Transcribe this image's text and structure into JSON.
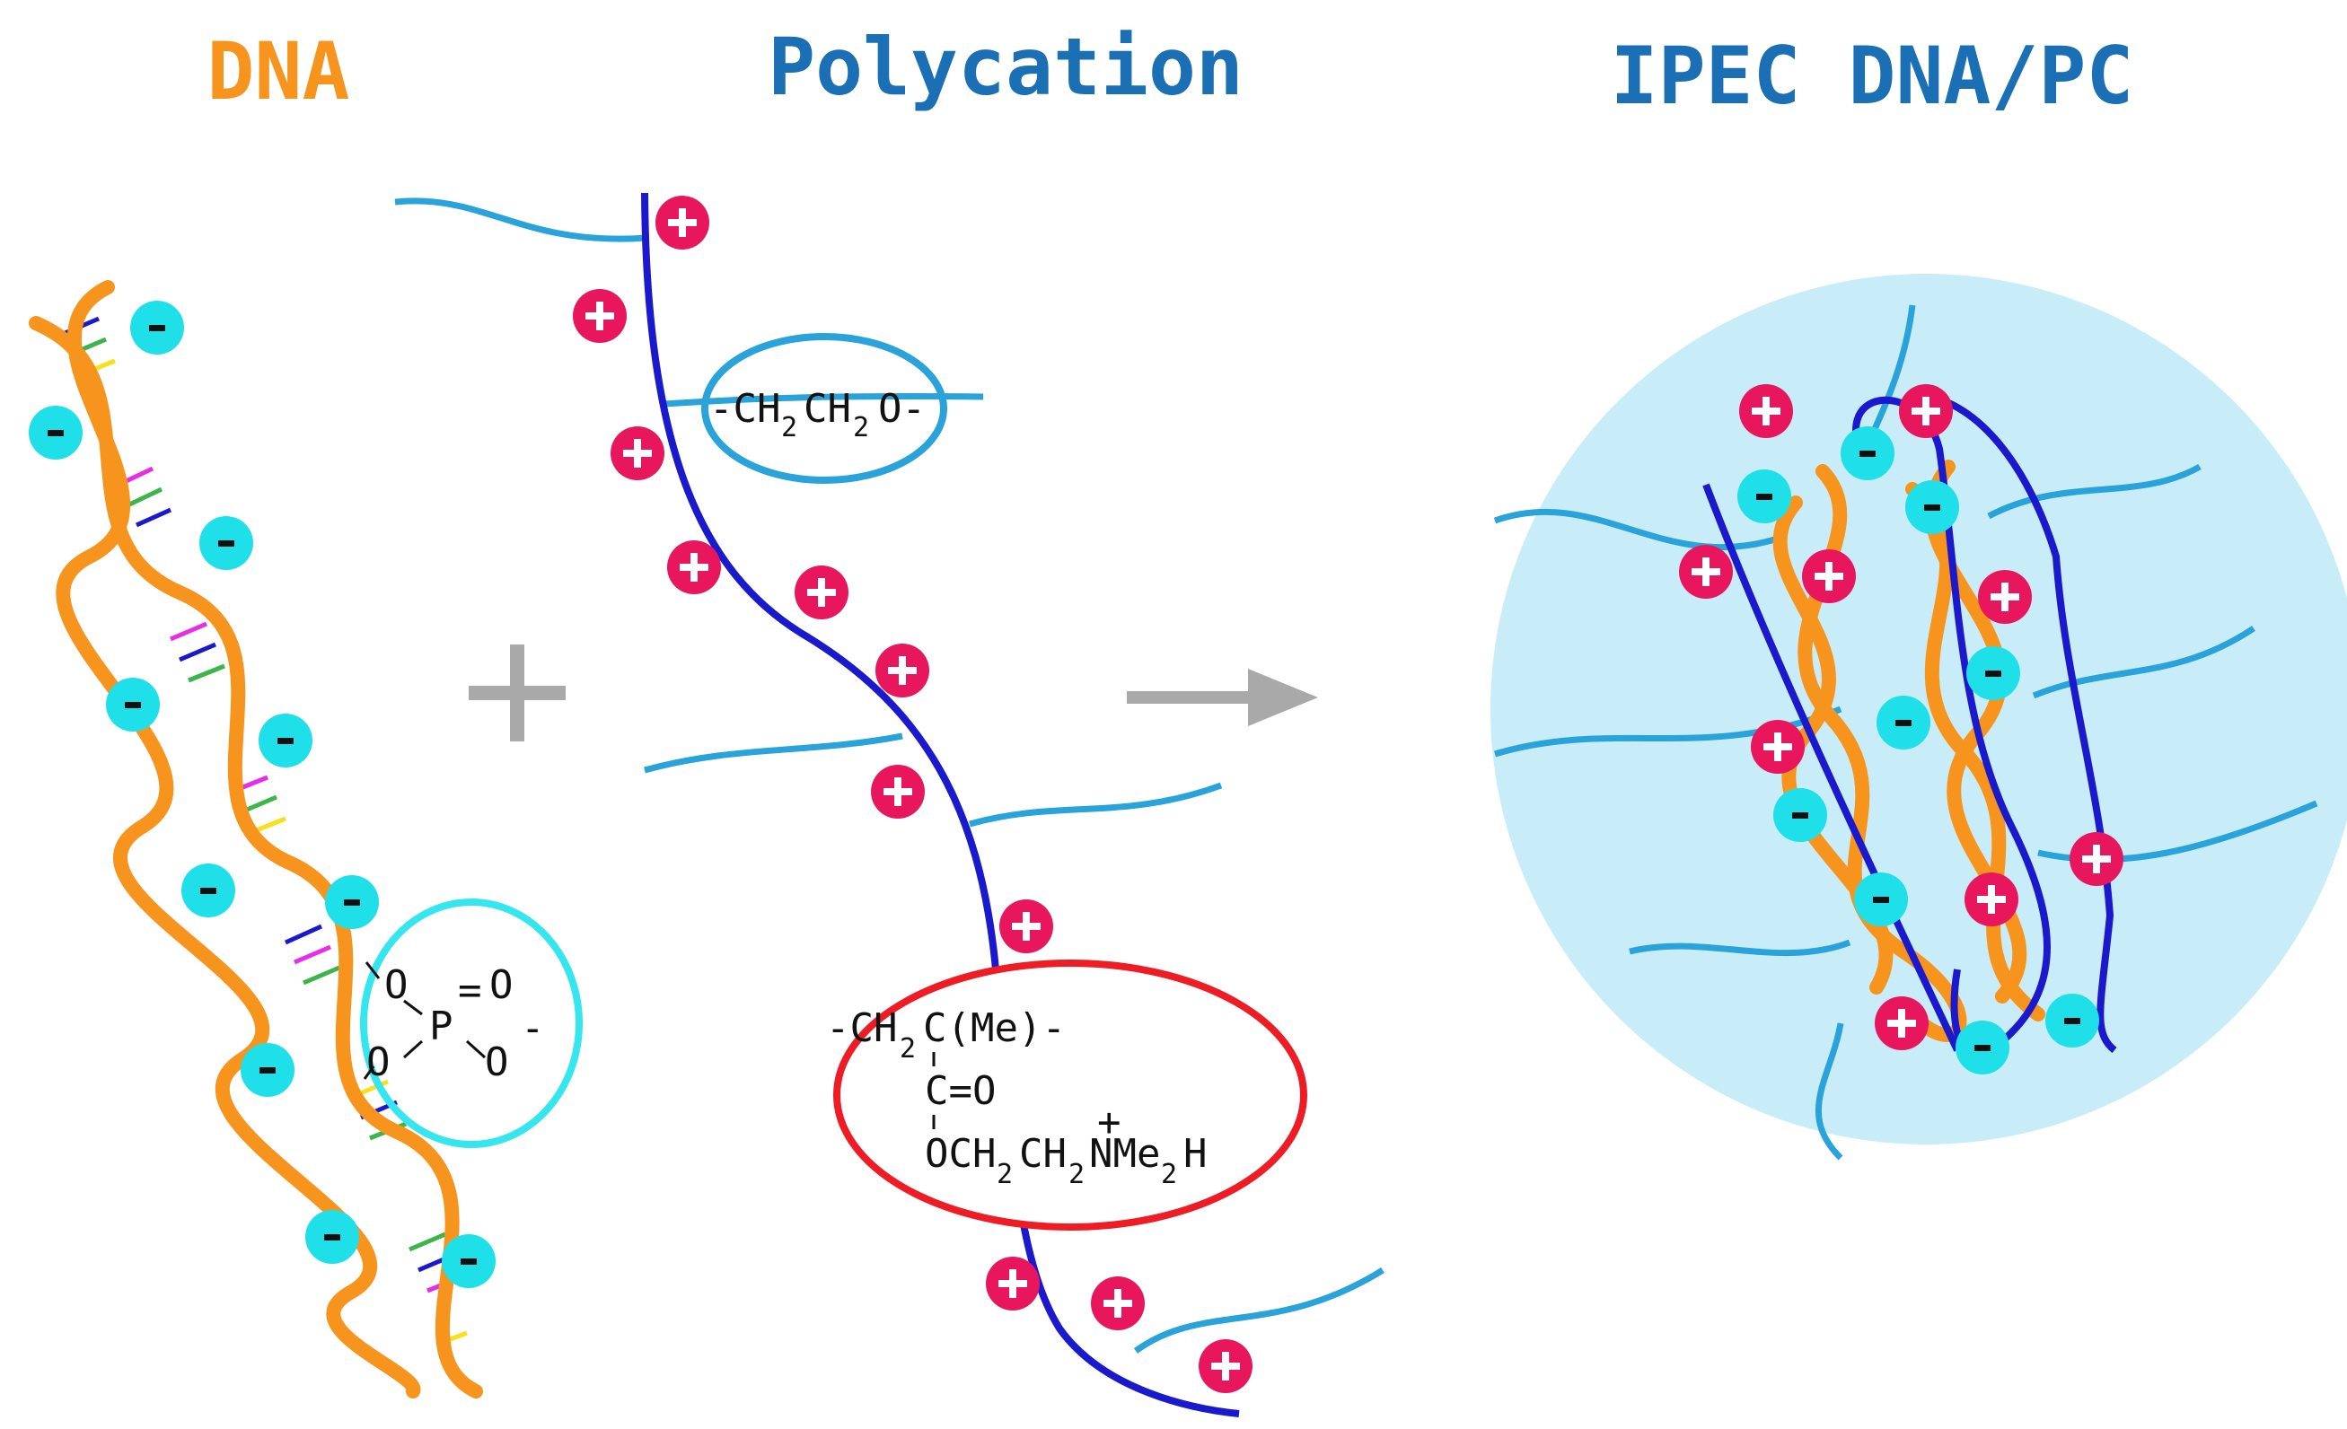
{
  "titles": {
    "dna": "DNA",
    "polycation": "Polycation",
    "ipec": "IPEC DNA/PC"
  },
  "operators": {
    "plus": "+",
    "arrow": "→"
  },
  "formulas": {
    "peg": {
      "a": "-CH",
      "s1": "2",
      "b": "CH",
      "s2": "2",
      "c": "O-"
    },
    "phosphate": {
      "o1": "O",
      "o2": "O",
      "p": "P",
      "o3": "O",
      "o4": "O",
      "minus": "-",
      "eq": "="
    },
    "pdmaema": {
      "l1a": "-CH",
      "l1s": "2",
      "l1b": "C(Me)-",
      "l2": "C=O",
      "l3a": "OCH",
      "l3s1": "2",
      "l3b": "CH",
      "l3s2": "2",
      "l3c": "NMe",
      "l3s3": "2",
      "l3d": "H",
      "plus": "+"
    }
  },
  "charge_labels": {
    "positive": "+",
    "negative": "-"
  },
  "colors": {
    "dna_title": "#f7941d",
    "pc_title": "#1a6fb5",
    "ipec_title": "#1a6fb5",
    "dna_strand": "#f7941d",
    "backbone": "#1a1acc",
    "peg_chain": "#29a3d9",
    "positive": "#e8175d",
    "negative": "#1fe0e8",
    "phosphate_ellipse": "#35e6ee",
    "peg_ellipse": "#29a3d9",
    "pdmaema_ellipse": "#ee1c24",
    "complex_bg": "#c8ecf8",
    "operator": "#a9a9a9"
  }
}
